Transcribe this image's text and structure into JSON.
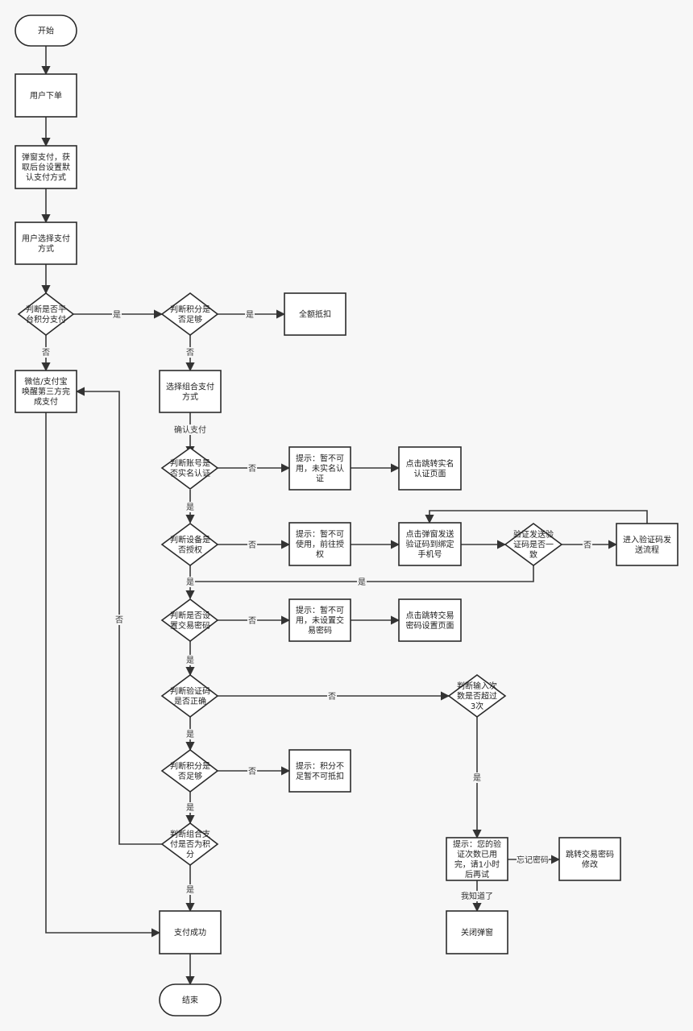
{
  "nodes": {
    "start": [
      "开始"
    ],
    "order": [
      "用户下单"
    ],
    "popup": [
      "弹窗支付，获",
      "取后台设置默",
      "认支付方式"
    ],
    "choose": [
      "用户选择支付",
      "方式"
    ],
    "d_platform": [
      "判断是否平",
      "台积分支付"
    ],
    "d_enough1": [
      "判断积分是",
      "否足够"
    ],
    "full": [
      "全额抵扣"
    ],
    "wechat": [
      "微信/支付宝",
      "唤醒第三方完",
      "成支付"
    ],
    "combo": [
      "选择组合支付",
      "方式"
    ],
    "d_realname": [
      "判断账号是",
      "否实名认证"
    ],
    "tip_realname": [
      "提示：暂不可",
      "用，未实名认",
      "证"
    ],
    "jump_realname": [
      "点击跳转实名",
      "认证页面"
    ],
    "d_device": [
      "判断设备是",
      "否授权"
    ],
    "tip_device": [
      "提示：暂不可",
      "使用，前往授",
      "权"
    ],
    "send_code": [
      "点击弹窗发送",
      "验证码到绑定",
      "手机号"
    ],
    "d_codeok": [
      "验证发送验",
      "证码是否一",
      "致"
    ],
    "resend": [
      "进入验证码发",
      "送流程"
    ],
    "d_pwdset": [
      "判断是否设",
      "置交易密码"
    ],
    "tip_pwdset": [
      "提示：暂不可",
      "用，未设置交",
      "易密码"
    ],
    "jump_pwdset": [
      "点击跳转交易",
      "密码设置页面"
    ],
    "d_verify": [
      "判断验证码",
      "是否正确"
    ],
    "d_times": [
      "判断输入次",
      "数是否超过",
      "3次"
    ],
    "d_enough2": [
      "判断积分是",
      "否足够"
    ],
    "tip_insufficient": [
      "提示：积分不",
      "足暂不可抵扣"
    ],
    "tip_locked": [
      "提示：您的验",
      "证次数已用",
      "完，请1小时",
      "后再试"
    ],
    "jump_modify": [
      "跳转交易密码",
      "修改"
    ],
    "close_popup": [
      "关闭弹窗"
    ],
    "d_combo_points": [
      "判断组合支",
      "付是否为积",
      "分"
    ],
    "success": [
      "支付成功"
    ],
    "end": [
      "结束"
    ]
  },
  "edge_labels": {
    "yes": "是",
    "no": "否",
    "confirm_pay": "确认支付",
    "forgot_password": "忘记密码",
    "got_it": "我知道了"
  }
}
